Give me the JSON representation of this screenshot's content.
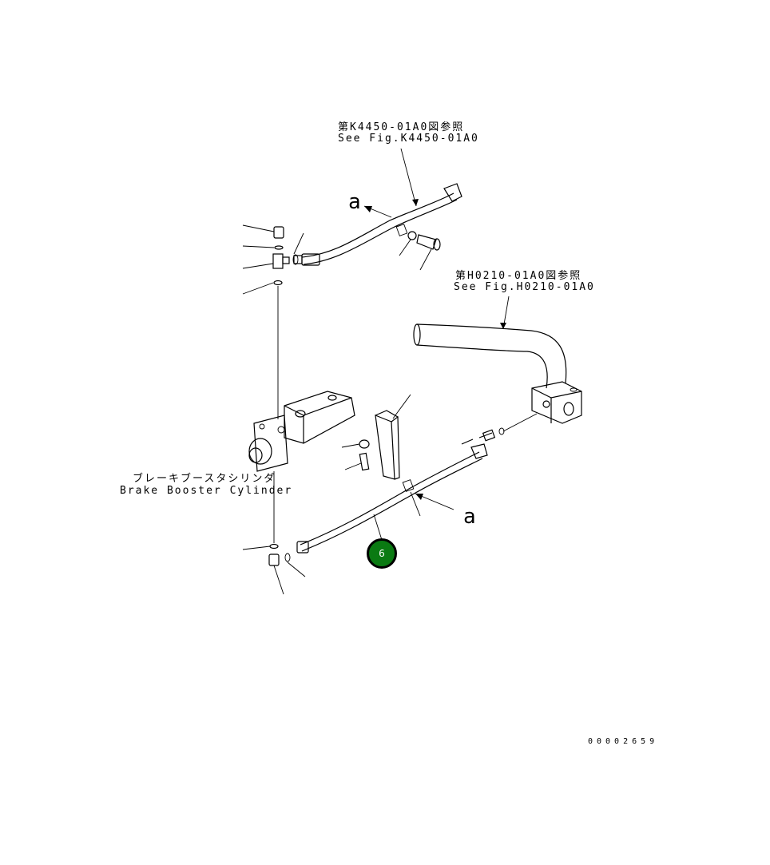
{
  "references": {
    "top_jp": "第K4450-01A0図参照",
    "top_en": "See Fig.K4450-01A0",
    "right_jp": "第H0210-01A0図参照",
    "right_en": "See Fig.H0210-01A0"
  },
  "component": {
    "jp": "ブレーキブースタシリンダ",
    "en": "Brake Booster Cylinder"
  },
  "view_markers": {
    "upper": "a",
    "lower": "a"
  },
  "callout": {
    "number": "6",
    "color": "#0a7a12"
  },
  "drawing_number": "00002659"
}
